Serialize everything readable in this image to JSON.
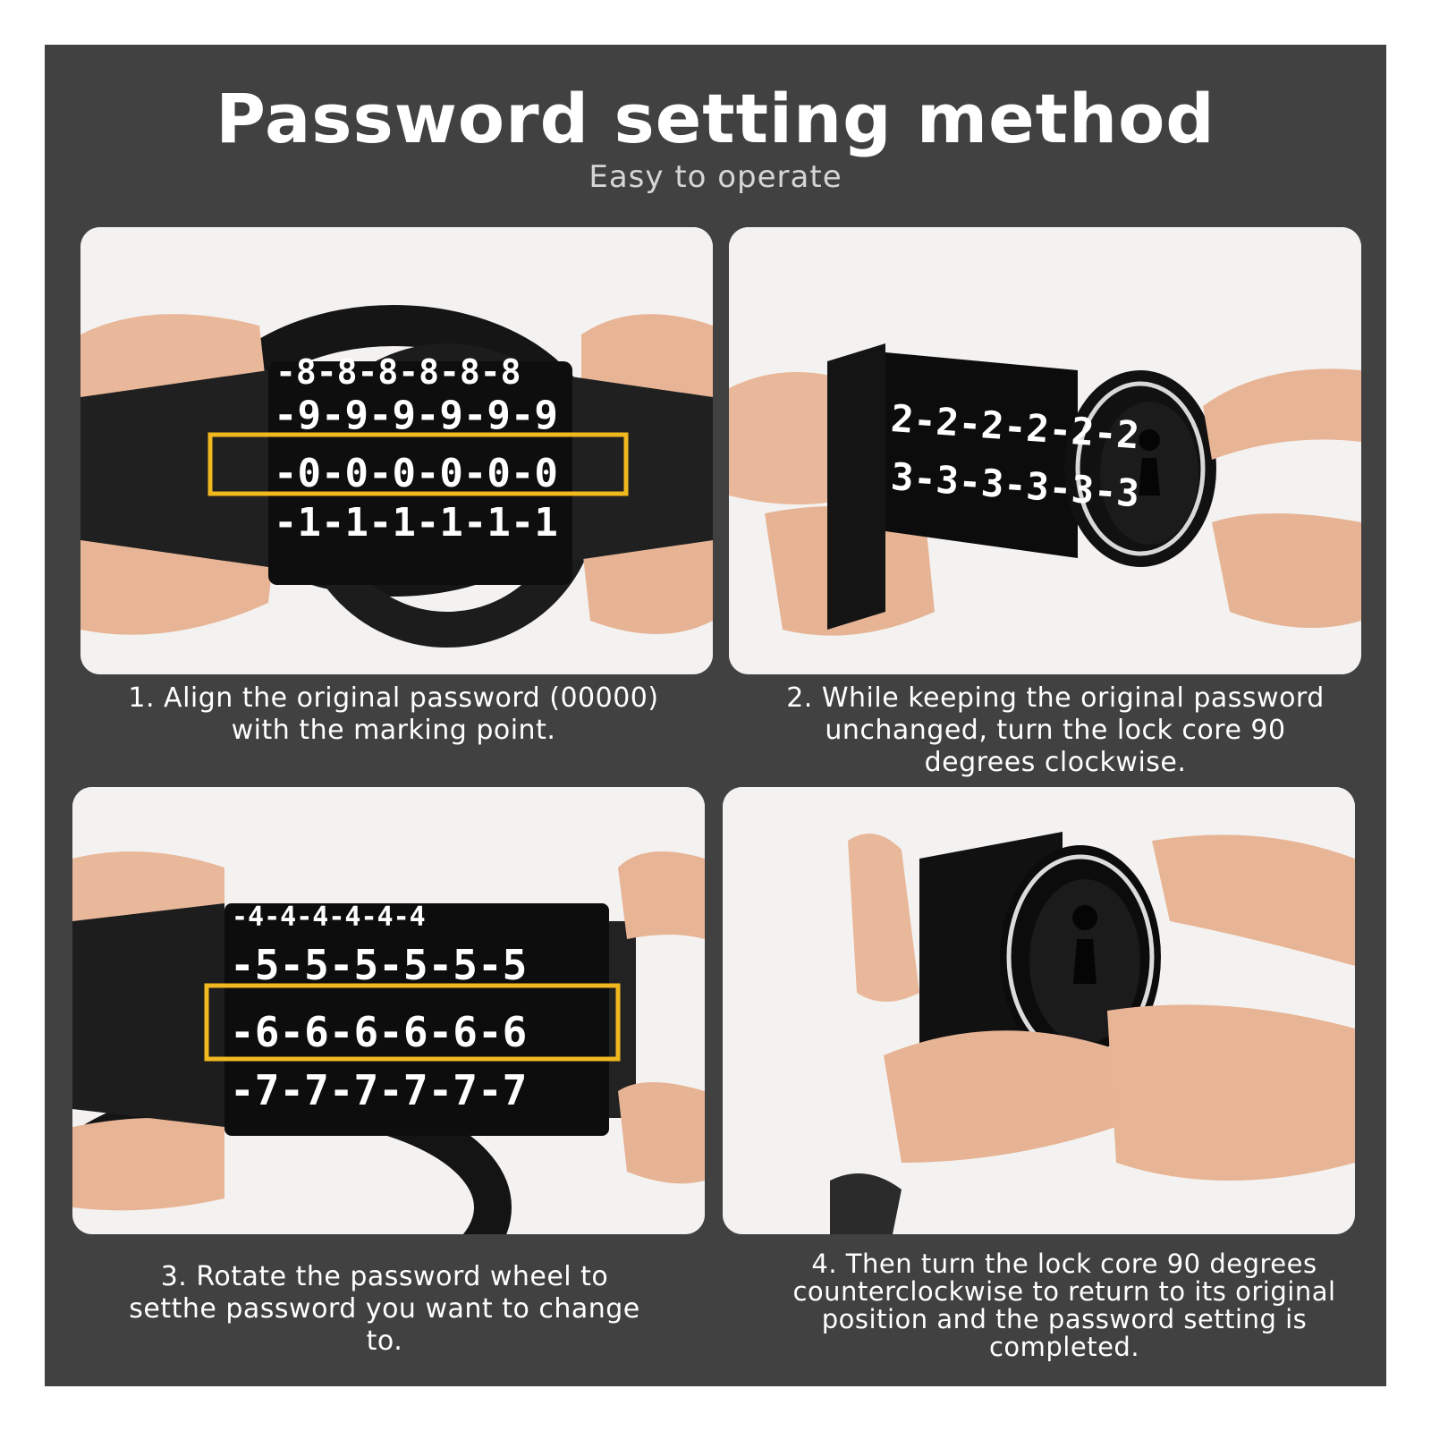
{
  "header": {
    "title": "Password setting method",
    "subtitle": "Easy to operate"
  },
  "colors": {
    "background": "#414141",
    "highlight": "#f1b81f",
    "text": "#ffffff"
  },
  "steps": [
    {
      "caption": "1. Align the original password (00000) with the marking point."
    },
    {
      "caption": "2. While keeping the original password unchanged, turn the lock core 90 degrees clockwise."
    },
    {
      "caption": "3. Rotate the password wheel to setthe password you want to change to."
    },
    {
      "caption": "4. Then turn the lock core 90 degrees counterclockwise to return to its original position and the password setting is completed."
    }
  ]
}
